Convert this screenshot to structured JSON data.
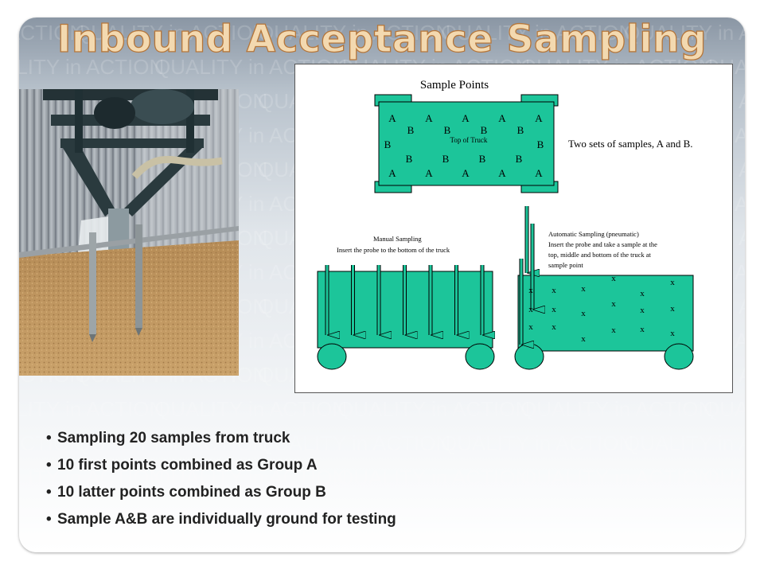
{
  "slide": {
    "title": "Inbound Acceptance Sampling",
    "watermark_text": "QUALITY in ACTION",
    "colors": {
      "title_fill": "#f3d9b0",
      "title_outline": "#b5763a",
      "truck_green": "#1cc59a"
    }
  },
  "photo": {
    "subject": "grain-probe-over-truck-load",
    "colors": {
      "wall": "#a8aeb4",
      "grain": "#c19a64",
      "frame": "#2a3a3e"
    }
  },
  "diagram": {
    "top_title": "Sample Points",
    "truck_top_label": "Top of Truck",
    "caption_sets": "Two sets of samples, A and B.",
    "grid_rows": [
      [
        "A",
        "A",
        "A",
        "A",
        "A"
      ],
      [
        "B",
        "B",
        "B",
        "B"
      ],
      [
        "B",
        "B"
      ],
      [
        "B",
        "B",
        "B",
        "B"
      ],
      [
        "A",
        "A",
        "A",
        "A",
        "A"
      ]
    ],
    "manual": {
      "title": "Manual Sampling",
      "instruction": "Insert the probe to the bottom of the truck",
      "probe_count": 7
    },
    "automatic": {
      "title": "Automatic Sampling (pneumatic)",
      "line1": "Insert the probe and take a sample at the",
      "line2": "top, middle and bottom of the truck at",
      "line3": "sample point",
      "marker_glyph": "x"
    }
  },
  "bullets": {
    "marker": "•",
    "items": [
      "Sampling 20 samples from truck",
      "10 first points combined as Group A",
      "10 latter points combined as Group B",
      "Sample A&B are individually ground for testing"
    ]
  }
}
